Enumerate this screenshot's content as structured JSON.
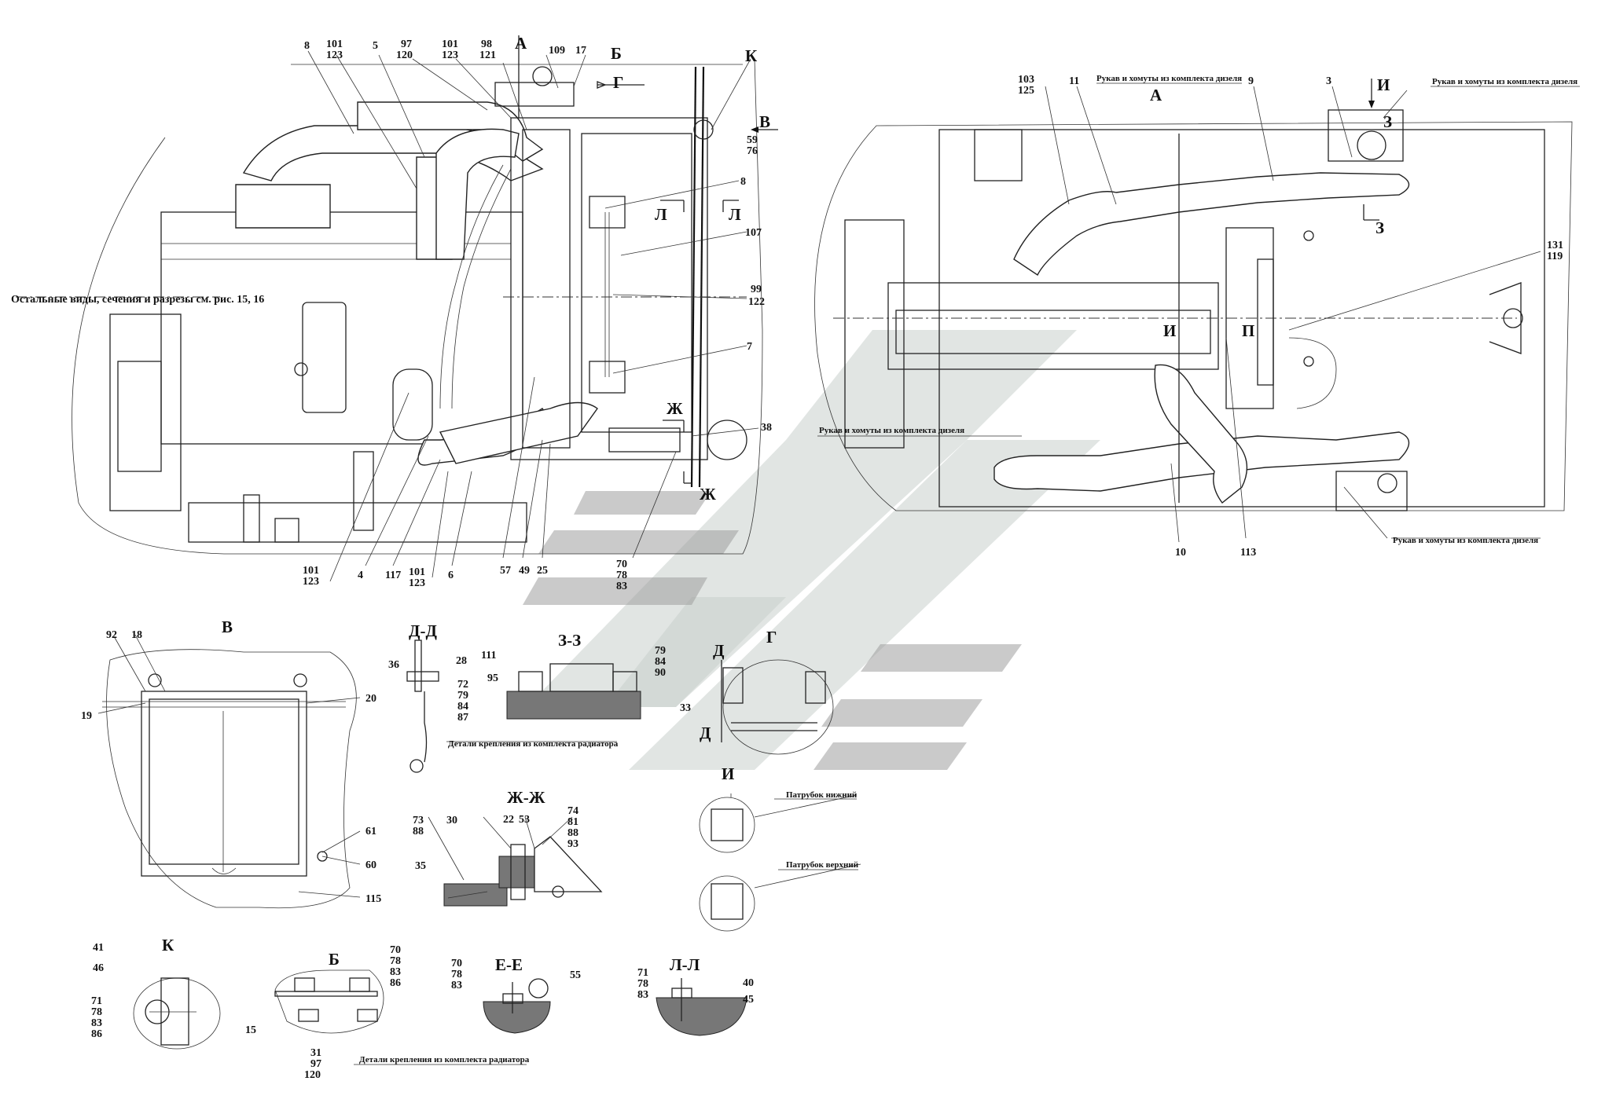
{
  "notes": {
    "other_views": "Остальные виды, сечения и разрезы см. рис. 15, 16",
    "diesel_kit_1": "Рукав и хомуты из комплекта дизеля",
    "diesel_kit_2": "Рукав и хомуты из комплекта дизеля",
    "diesel_kit_3": "Рукав и хомуты из комплекта дизеля",
    "diesel_kit_4": "Рукав и хомуты из комплекта дизеля",
    "radiator_kit_1": "Детали крепления из комплекта радиатора",
    "radiator_kit_2": "Детали крепления из комплекта радиатора",
    "pipe_lower": "Патрубок нижний",
    "pipe_upper": "Патрубок верхний"
  },
  "view_titles": {
    "A_main": "А",
    "A_right": "А",
    "B": "Б",
    "G": "Г",
    "V": "В",
    "K": "К",
    "DD": "Д-Д",
    "ZZ": "З-З",
    "GG": "Г",
    "I": "И",
    "ZhZh": "Ж-Ж",
    "K2": "К",
    "B2": "Б",
    "EE": "Е-Е",
    "LL": "Л-Л"
  },
  "callouts": {
    "c8a": "8",
    "c101a": "101",
    "c123a": "123",
    "c5": "5",
    "c97a": "97",
    "c120a": "120",
    "c101b": "101",
    "c123b": "123",
    "c98": "98",
    "c121": "121",
    "c109": "109",
    "c17": "17",
    "c59": "59",
    "c76": "76",
    "c8b": "8",
    "c107": "107",
    "c99": "99",
    "c122": "122",
    "c7": "7",
    "c38": "38",
    "c101c": "101",
    "c123c": "123",
    "c4": "4",
    "c117": "117",
    "c101d": "101",
    "c123d": "123",
    "c6": "6",
    "c57": "57",
    "c49": "49",
    "c25": "25",
    "c70a": "70",
    "c78a": "78",
    "c83a": "83",
    "c103": "103",
    "c125": "125",
    "c11": "11",
    "c9": "9",
    "c3": "3",
    "c131": "131",
    "c119": "119",
    "c10": "10",
    "c113": "113",
    "c92": "92",
    "c18": "18",
    "c19": "19",
    "c20": "20",
    "c61": "61",
    "c60": "60",
    "c115": "115",
    "c36": "36",
    "c28": "28",
    "c72": "72",
    "c79a": "79",
    "c84a": "84",
    "c87": "87",
    "c111": "111",
    "c95": "95",
    "c79b": "79",
    "c84b": "84",
    "c90": "90",
    "c33": "33",
    "c73": "73",
    "c88a": "88",
    "c30": "30",
    "c22": "22",
    "c53": "53",
    "c74": "74",
    "c81": "81",
    "c88b": "88",
    "c93": "93",
    "c35": "35",
    "c41": "41",
    "c46": "46",
    "c71a": "71",
    "c78b": "78",
    "c83b": "83",
    "c86a": "86",
    "c70b": "70",
    "c78c": "78",
    "c83c": "83",
    "c86b": "86",
    "c15": "15",
    "c31": "31",
    "c97b": "97",
    "c120b": "120",
    "c70c": "70",
    "c78d": "78",
    "c83d": "83",
    "c55": "55",
    "c71b": "71",
    "c78e": "78",
    "c83e": "83",
    "c40": "40",
    "c45": "45"
  },
  "section_marks": {
    "L1": "Л",
    "L2": "Л",
    "Zh1": "Ж",
    "Zh2": "Ж",
    "I1": "И",
    "I2": "И",
    "P": "П",
    "Z1": "З",
    "Z2": "З",
    "D1": "Д",
    "D2": "Д"
  }
}
